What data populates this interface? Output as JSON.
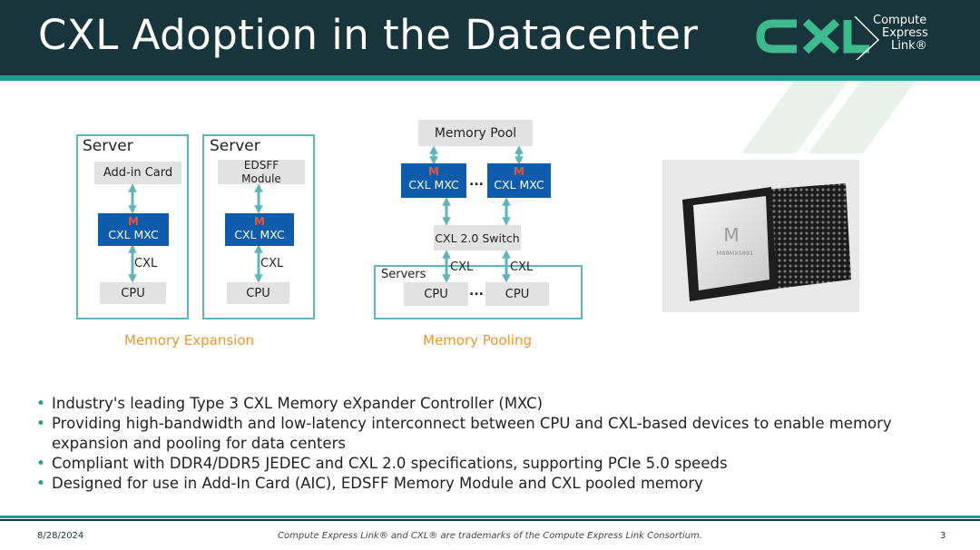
{
  "header": {
    "title": "CXL Adoption in the Datacenter",
    "logo": {
      "mark": "CXL",
      "line1": "Compute",
      "line2": "Express",
      "line3": "Link®"
    }
  },
  "diagram": {
    "expansion": {
      "caption": "Memory Expansion",
      "left": {
        "server": "Server",
        "card": "Add-in Card",
        "chip": "CXL MXC",
        "link": "CXL",
        "cpu": "CPU"
      },
      "right": {
        "server": "Server",
        "card_line1": "EDSFF",
        "card_line2": "Module",
        "chip": "CXL MXC",
        "link": "CXL",
        "cpu": "CPU"
      }
    },
    "pooling": {
      "caption": "Memory Pooling",
      "pool": "Memory Pool",
      "chip_left": "CXL MXC",
      "chip_right": "CXL MXC",
      "dots": "...",
      "switch": "CXL 2.0 Switch",
      "servers": "Servers",
      "link_left": "CXL",
      "link_right": "CXL",
      "cpu_left": "CPU",
      "cpu_right": "CPU"
    },
    "chip_logo": "M",
    "chip_marking": "M88MX5891"
  },
  "bullets": [
    "Industry's leading Type 3 CXL Memory eXpander Controller (MXC)",
    "Providing high-bandwidth and low-latency interconnect between CPU and CXL-based devices to enable memory expansion and pooling for data centers",
    "Compliant with DDR4/DDR5 JEDEC and CXL 2.0 specifications, supporting PCIe 5.0 speeds",
    "Designed for use in Add-In Card (AIC), EDSFF Memory Module and CXL pooled memory"
  ],
  "footer": {
    "date": "8/28/2024",
    "trademark": "Compute Express Link® and CXL® are trademarks of the Compute Express Link Consortium.",
    "page": "3"
  },
  "colors": {
    "header_bg": "#17353a",
    "teal": "#1f9c92",
    "chip_blue": "#0e5cab",
    "caption_orange": "#f0962a",
    "logo_green": "#3dbb8c"
  }
}
